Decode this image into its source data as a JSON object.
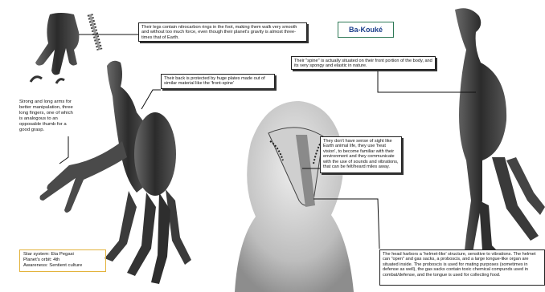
{
  "title": "Ba-Kouké",
  "colors": {
    "title_text": "#1c3f8c",
    "title_border": "#2f7a57",
    "info_border": "#e3b23c",
    "creature": "#3a3a3a"
  },
  "annotations": {
    "legs": "Their legs contain nitrocarbon rings in the foot, making them walk very smooth and without too much force, even though their planet's gravity is almost three-times that of Earth.",
    "arms": "Strong and long arms for better manipulation, three long fingers, one of which is analogous to an opposable thumb for a good grasp.",
    "back": "Their back is protected by huge plates made out of similar material like the 'front-spine'",
    "spine": "Their \"spine\" is actually situated on their front portion of the body, and its very spongy and elastic in nature.",
    "sight": "They don't have sense of sight like Earth animal life, they use 'heat vision', to become familiar with their environment and they communicate with the use of sounds and vibrations, that can be felt/heard miles away.",
    "head": "The head harbors a 'helmet-like' structure, sensitive to vibrations. The helmet can \"open\" and gas sacks, a proboscis, and a large tongue-like organ are situated inside. The proboscis is used for mating purposes (sometimes in defense as well), the gas sacks contain toxic chemical compunds used in combat/defense, and the tongue is used for collecting food."
  },
  "info": {
    "star_system": "Star system: Eta Pegasi",
    "orbit": "Planet's orbit: 4th",
    "awareness": "Awareness: Sentient culture"
  }
}
